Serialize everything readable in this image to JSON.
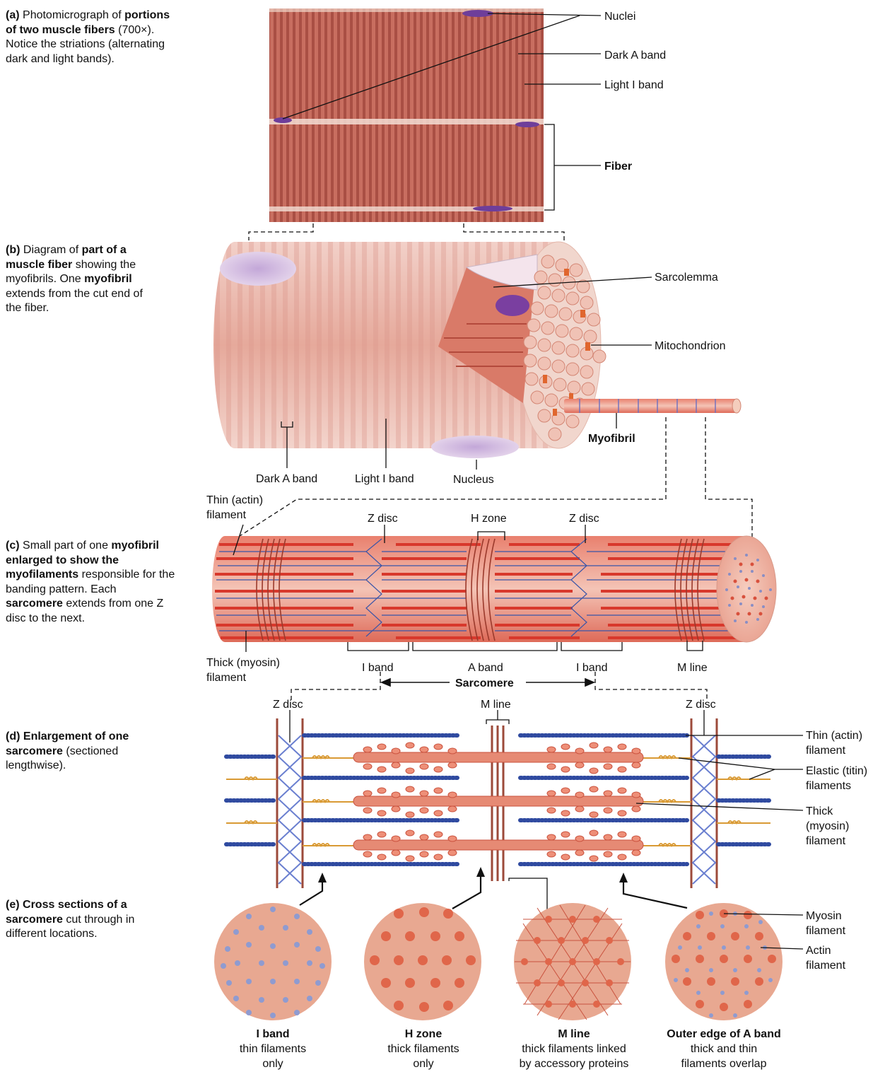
{
  "panels": {
    "a": {
      "tag": "(a)",
      "pre": "Photomicrograph of ",
      "bold": "portions of two muscle fibers",
      "post": " (700×). Notice the striations (alternating dark and light bands)."
    },
    "b": {
      "tag": "(b)",
      "t1": "Diagram of ",
      "b1": "part of a muscle fiber",
      "t2": " showing the myofibrils. One ",
      "b2": "myofibril",
      "t3": " extends from the cut end of the fiber."
    },
    "c": {
      "tag": "(c)",
      "t1": "Small part of one ",
      "b1": "myofibril enlarged to show the myofilaments",
      "t2": " responsible for the banding pattern. Each ",
      "b2": "sarcomere",
      "t3": " extends from one Z disc to the next."
    },
    "d": {
      "tag": "(d)",
      "b1": "Enlargement of one sarcomere",
      "t1": " (sectioned lengthwise)."
    },
    "e": {
      "tag": "(e)",
      "b1": "Cross sections of a sarcomere",
      "t1": " cut through in different locations."
    }
  },
  "labels": {
    "nuclei": "Nuclei",
    "dark_a_band": "Dark A band",
    "light_i_band": "Light I band",
    "fiber": "Fiber",
    "sarcolemma": "Sarcolemma",
    "mitochondrion": "Mitochondrion",
    "myofibril": "Myofibril",
    "nucleus": "Nucleus",
    "thin_actin_1": "Thin (actin)",
    "thin_actin_2": "filament",
    "thick_myosin_1": "Thick (myosin)",
    "thick_myosin_2": "filament",
    "z_disc": "Z disc",
    "h_zone": "H zone",
    "i_band": "I band",
    "a_band": "A band",
    "m_line": "M line",
    "sarcomere": "Sarcomere",
    "elastic_1": "Elastic (titin)",
    "elastic_2": "filaments",
    "thick_d_1": "Thick",
    "thick_d_2": "(myosin)",
    "thick_d_3": "filament",
    "myosin_1": "Myosin",
    "myosin_2": "filament",
    "actin_1": "Actin",
    "actin_2": "filament"
  },
  "cross_sections": [
    {
      "title": "I band",
      "line1": "thin filaments",
      "line2": "only"
    },
    {
      "title": "H zone",
      "line1": "thick filaments",
      "line2": "only"
    },
    {
      "title": "M line",
      "line1": "thick filaments linked",
      "line2": "by accessory proteins"
    },
    {
      "title": "Outer edge of A band",
      "line1": "thick and thin",
      "line2": "filaments overlap"
    }
  ],
  "colors": {
    "micrograph": "#c2695e",
    "fiber": "#ecbdb3",
    "myofibril_red": "#d9473a",
    "actin_blue": "#3a55a8",
    "titin_yellow": "#e0a43a",
    "disc": "#8b3a2a",
    "cross_bg": "#e8a891",
    "actin_dot": "#8f9bd0",
    "myosin_dot": "#e0664a"
  }
}
